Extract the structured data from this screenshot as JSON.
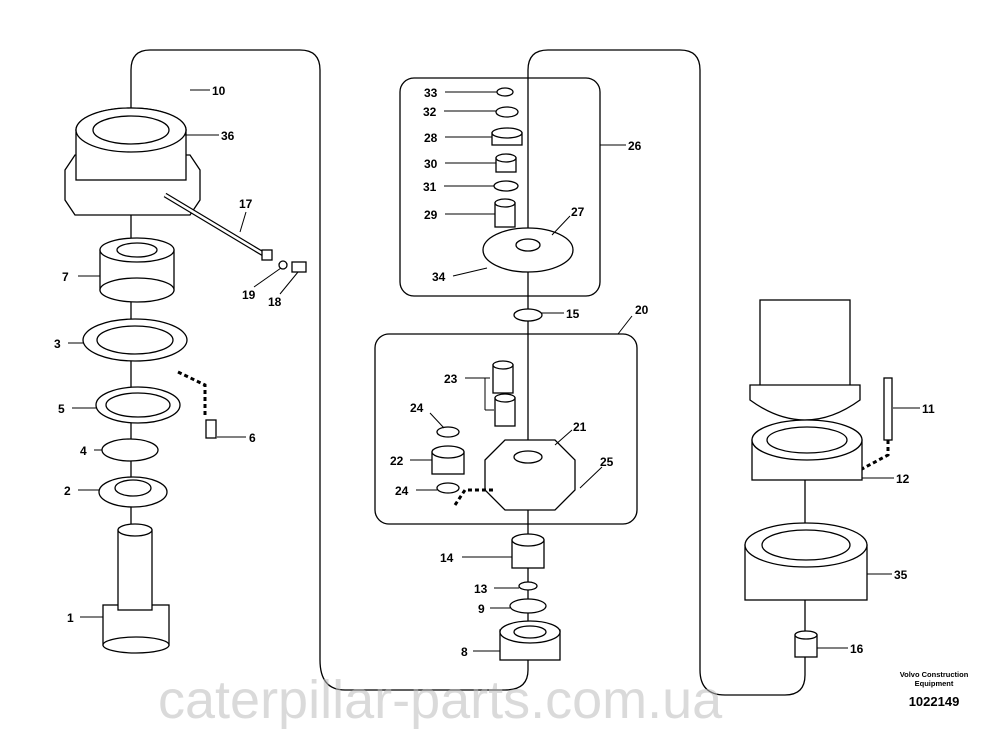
{
  "diagram": {
    "brand_line1": "Volvo Construction",
    "brand_line2": "Equipment",
    "diagram_number": "1022149",
    "watermark": "caterpillar-parts.com.ua",
    "callouts": {
      "c10": "10",
      "c36": "36",
      "c17": "17",
      "c7": "7",
      "c19": "19",
      "c18": "18",
      "c3": "3",
      "c5": "5",
      "c6": "6",
      "c4": "4",
      "c2": "2",
      "c1": "1",
      "c33": "33",
      "c32": "32",
      "c28": "28",
      "c26": "26",
      "c30": "30",
      "c31": "31",
      "c29": "29",
      "c27": "27",
      "c34": "34",
      "c15": "15",
      "c20": "20",
      "c23": "23",
      "c24a": "24",
      "c21": "21",
      "c22": "22",
      "c25": "25",
      "c24b": "24",
      "c14": "14",
      "c13": "13",
      "c9": "9",
      "c8": "8",
      "c11": "11",
      "c12": "12",
      "c35": "35",
      "c16": "16"
    }
  }
}
